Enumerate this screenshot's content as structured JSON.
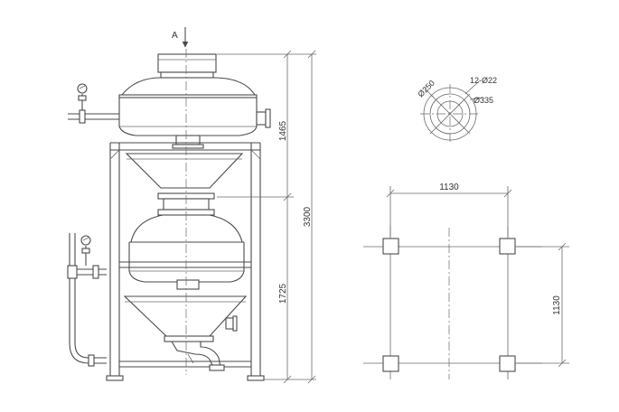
{
  "view_label": "A",
  "dimensions": {
    "upper_height": "1465",
    "lower_height": "1725",
    "total_height": "3300",
    "frame_width": "1130",
    "frame_depth": "1130"
  },
  "flange_callouts": {
    "bolt_holes": "12-Ø22",
    "inner_diameter": "Ø250",
    "outer_diameter": "Ø335"
  },
  "colors": {
    "line": "#4a4a4a",
    "text": "#333333",
    "background": "#ffffff"
  }
}
